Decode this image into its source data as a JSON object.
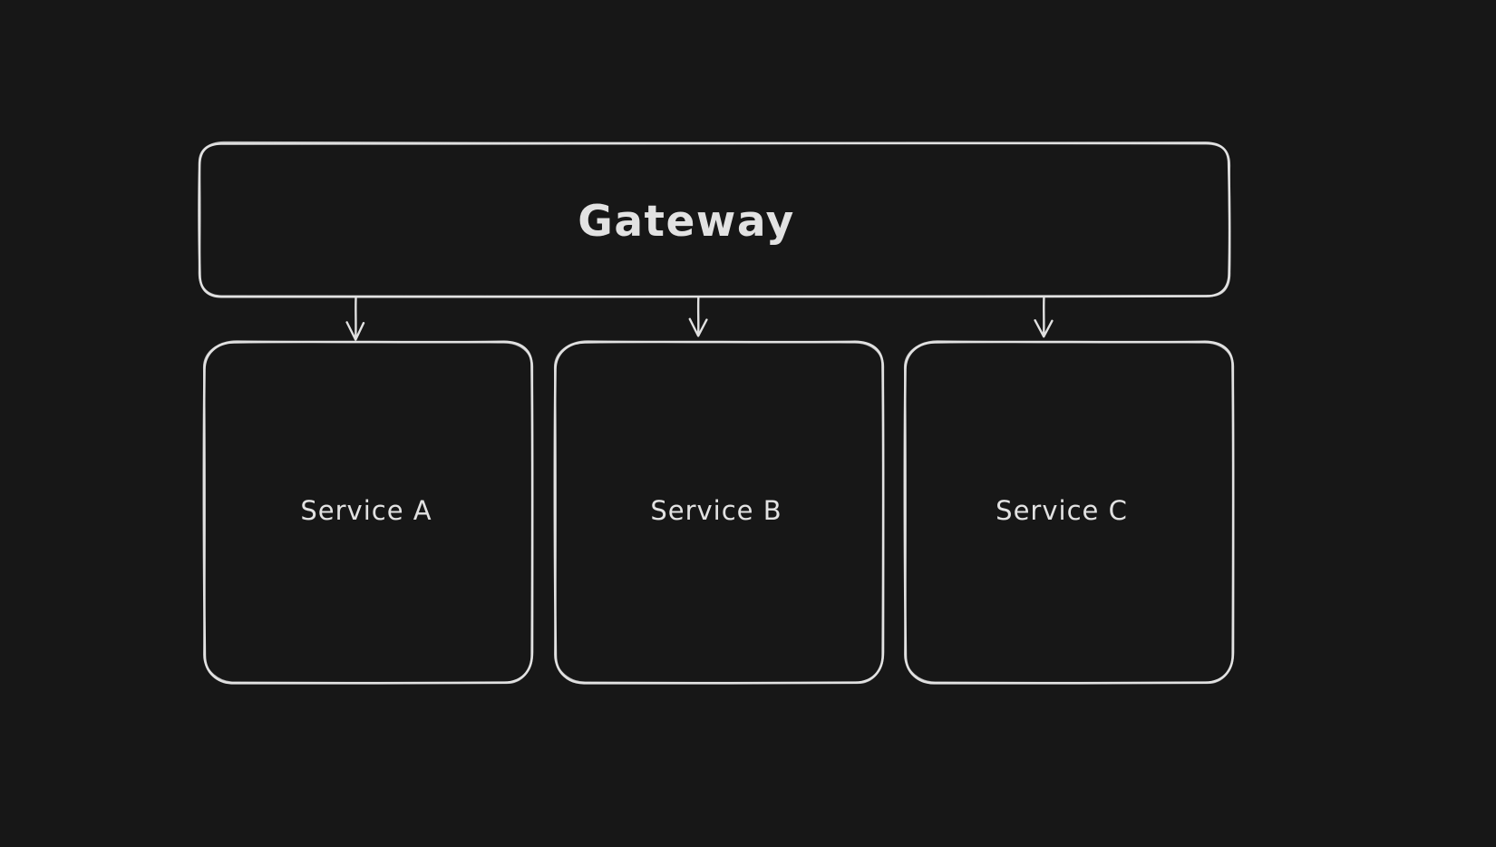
{
  "canvas": {
    "background": "#171717",
    "stroke_color": "#e1e1e1",
    "text_color": "#e2e2e2"
  },
  "diagram": {
    "type": "flowchart",
    "style": "hand-drawn",
    "nodes": [
      {
        "id": "gateway",
        "label": "Gateway"
      },
      {
        "id": "service-a",
        "label": "Service A"
      },
      {
        "id": "service-b",
        "label": "Service B"
      },
      {
        "id": "service-c",
        "label": "Service C"
      }
    ],
    "edges": [
      {
        "from": "gateway",
        "to": "service-a",
        "type": "arrow-down"
      },
      {
        "from": "gateway",
        "to": "service-b",
        "type": "arrow-down"
      },
      {
        "from": "gateway",
        "to": "service-c",
        "type": "arrow-down"
      }
    ]
  }
}
